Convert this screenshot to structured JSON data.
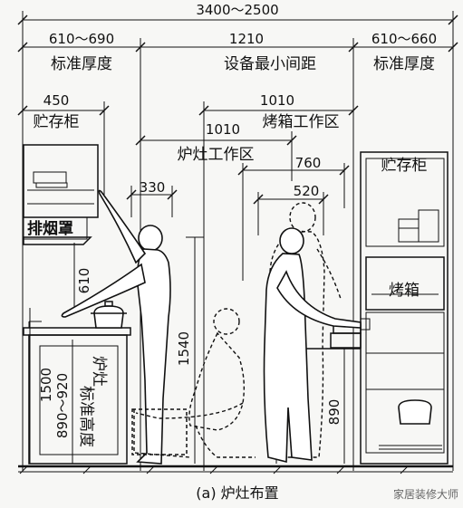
{
  "dimensions": {
    "total_width": "3400～2500",
    "left_depth": "610～690",
    "middle_clearance": "1210",
    "right_depth": "610～660",
    "storage_upper_left": "450",
    "oven_zone_width": "1010",
    "stove_zone_width": "1010",
    "width_330": "330",
    "width_760": "760",
    "width_520": "520",
    "height_610": "610",
    "height_1540": "1540",
    "height_1500": "1500",
    "height_890_920": "890～920",
    "height_890": "890"
  },
  "labels": {
    "std_depth_left": "标准厚度",
    "min_clearance": "设备最小间距",
    "std_depth_right": "标准厚度",
    "storage_left": "贮存柜",
    "oven_zone": "烤箱工作区",
    "stove_zone": "炉灶工作区",
    "range_hood": "排烟罩",
    "stove": "炉灶",
    "std_height": "标准高度",
    "storage_right": "贮存柜",
    "oven": "烤箱"
  },
  "caption": "(a) 炉灶布置",
  "watermark": "家居装修大师"
}
